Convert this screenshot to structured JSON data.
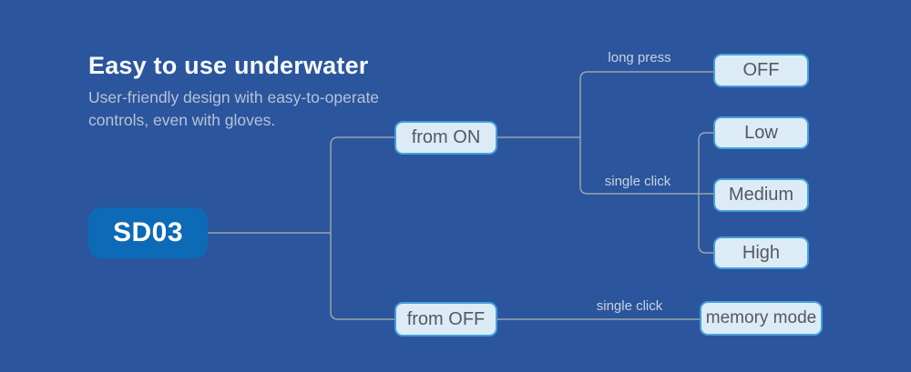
{
  "header": {
    "title": "Easy to use underwater",
    "subtitle_line1": "User-friendly design with easy-to-operate",
    "subtitle_line2": "controls, even with gloves."
  },
  "diagram": {
    "root": {
      "label": "SD03"
    },
    "nodes": {
      "from_on": {
        "label": "from ON"
      },
      "from_off": {
        "label": "from OFF"
      },
      "off": {
        "label": "OFF"
      },
      "low": {
        "label": "Low"
      },
      "medium": {
        "label": "Medium"
      },
      "high": {
        "label": "High"
      },
      "memory_mode": {
        "label": "memory mode"
      }
    },
    "edge_labels": {
      "long_press": "long press",
      "single_click_from_on": "single click",
      "single_click_from_off": "single click"
    },
    "colors": {
      "background": "#2b559c",
      "root_fill": "#0d6ab6",
      "node_fill": "#dcecf7",
      "node_border": "#459fdc",
      "connector_line": "#9aa3ad",
      "edge_label_text": "#c8d3e0",
      "title_text": "#f7fafd",
      "subtitle_text": "#b6c3d9",
      "node_text": "#54595f"
    }
  }
}
